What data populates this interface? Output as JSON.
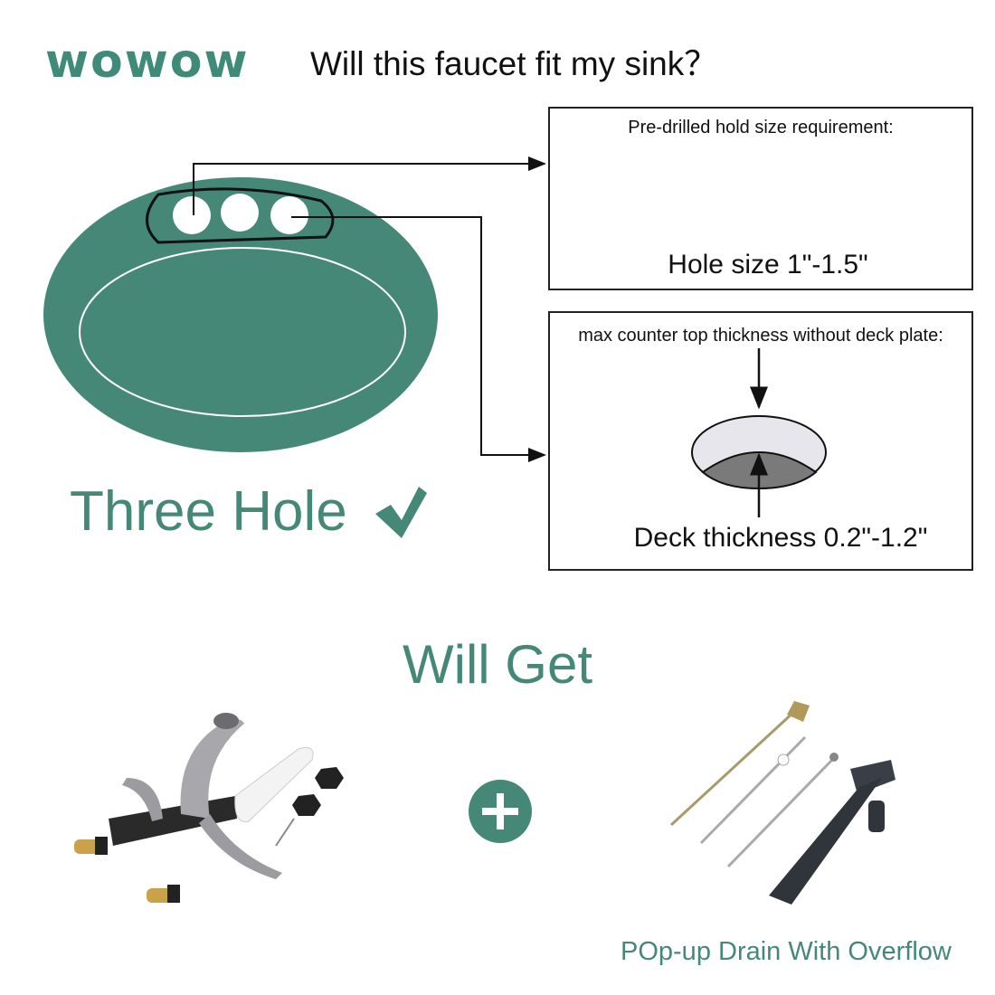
{
  "brand": {
    "logo": "wowow"
  },
  "header": {
    "title": "Will this faucet fit my sink？"
  },
  "sink": {
    "label": "Three Hole",
    "check_icon": "checkmark-icon",
    "color": "#458878"
  },
  "hole_box": {
    "title": "Pre-drilled hold size requirement:",
    "value": "Hole size 1\"-1.5\""
  },
  "deck_box": {
    "title": "max counter top thickness without deck plate:",
    "value": "Deck thickness 0.2\"-1.2\""
  },
  "will_get": {
    "title": "Will Get",
    "plus_icon": "plus-icon",
    "drain_label": "POp-up Drain With Overflow"
  }
}
